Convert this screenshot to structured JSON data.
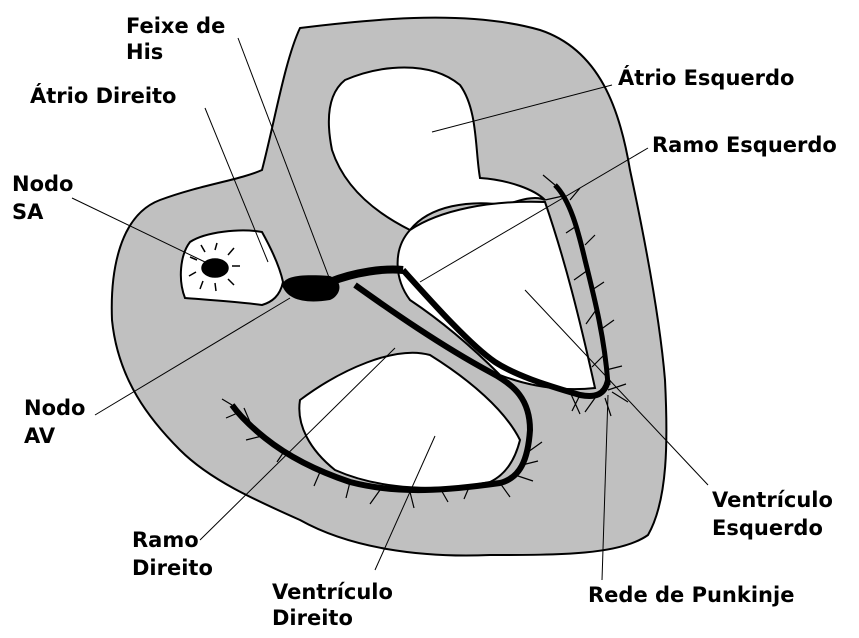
{
  "colors": {
    "wall": "#c0c0c0",
    "chamber": "#ffffff",
    "conduction": "#000000",
    "outline": "#000000"
  },
  "labels": {
    "feixe_his_1": "Feixe de",
    "feixe_his_2": "His",
    "atrio_direito": "Átrio Direito",
    "atrio_esquerdo": "Átrio Esquerdo",
    "ramo_esquerdo": "Ramo Esquerdo",
    "nodo_sa_1": "Nodo",
    "nodo_sa_2": "SA",
    "nodo_av_1": "Nodo",
    "nodo_av_2": "AV",
    "ramo_direito_1": "Ramo",
    "ramo_direito_2": "Direito",
    "ventriculo_direito_1": "Ventrículo",
    "ventriculo_direito_2": "Direito",
    "ventriculo_esquerdo_1": "Ventrículo",
    "ventriculo_esquerdo_2": "Esquerdo",
    "rede_punkinje": "Rede de Punkinje"
  }
}
